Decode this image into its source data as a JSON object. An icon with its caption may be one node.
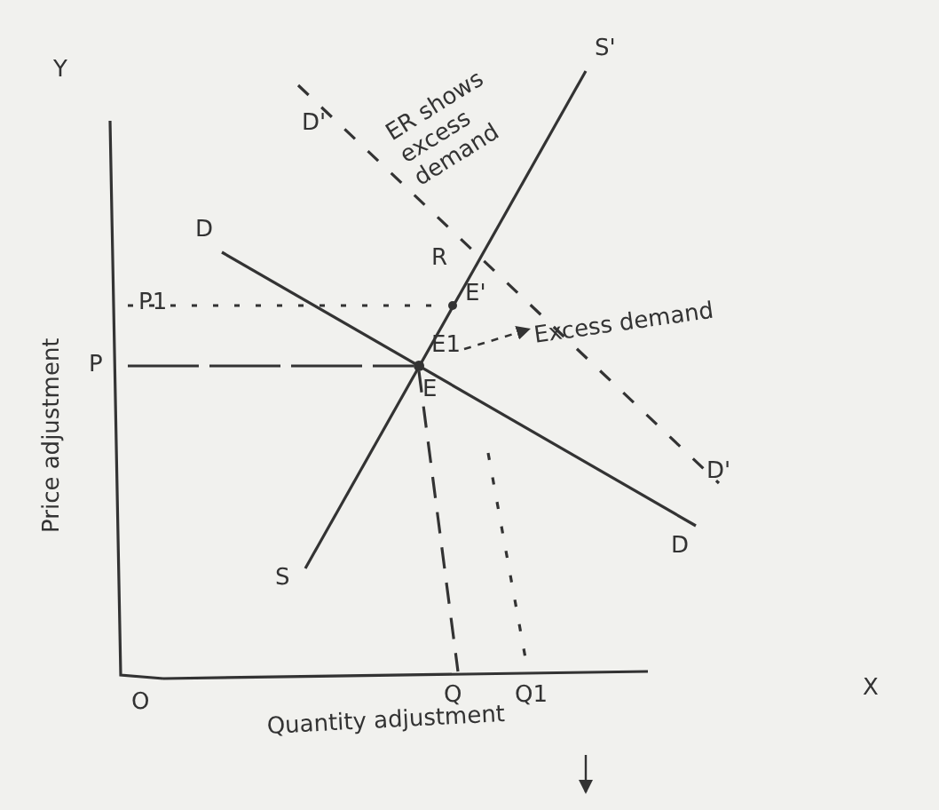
{
  "diagram": {
    "nodes": [
      {
        "text": [
          "E1"
        ]
      },
      {
        "text": [
          "Excess demand"
        ]
      }
    ],
    "edges": [
      {
        "from": 0,
        "to": 1,
        "arrow": "to",
        "style": "dashed"
      }
    ],
    "labels": [
      "Y",
      "ER shows excess demand",
      "D'",
      "S'",
      "D",
      "R",
      "E'",
      "P1",
      "P",
      "E",
      "S",
      "D'",
      "D",
      "Price adjustment",
      "O",
      "Q",
      "Q1",
      "X",
      "Quantity adjustment"
    ]
  }
}
